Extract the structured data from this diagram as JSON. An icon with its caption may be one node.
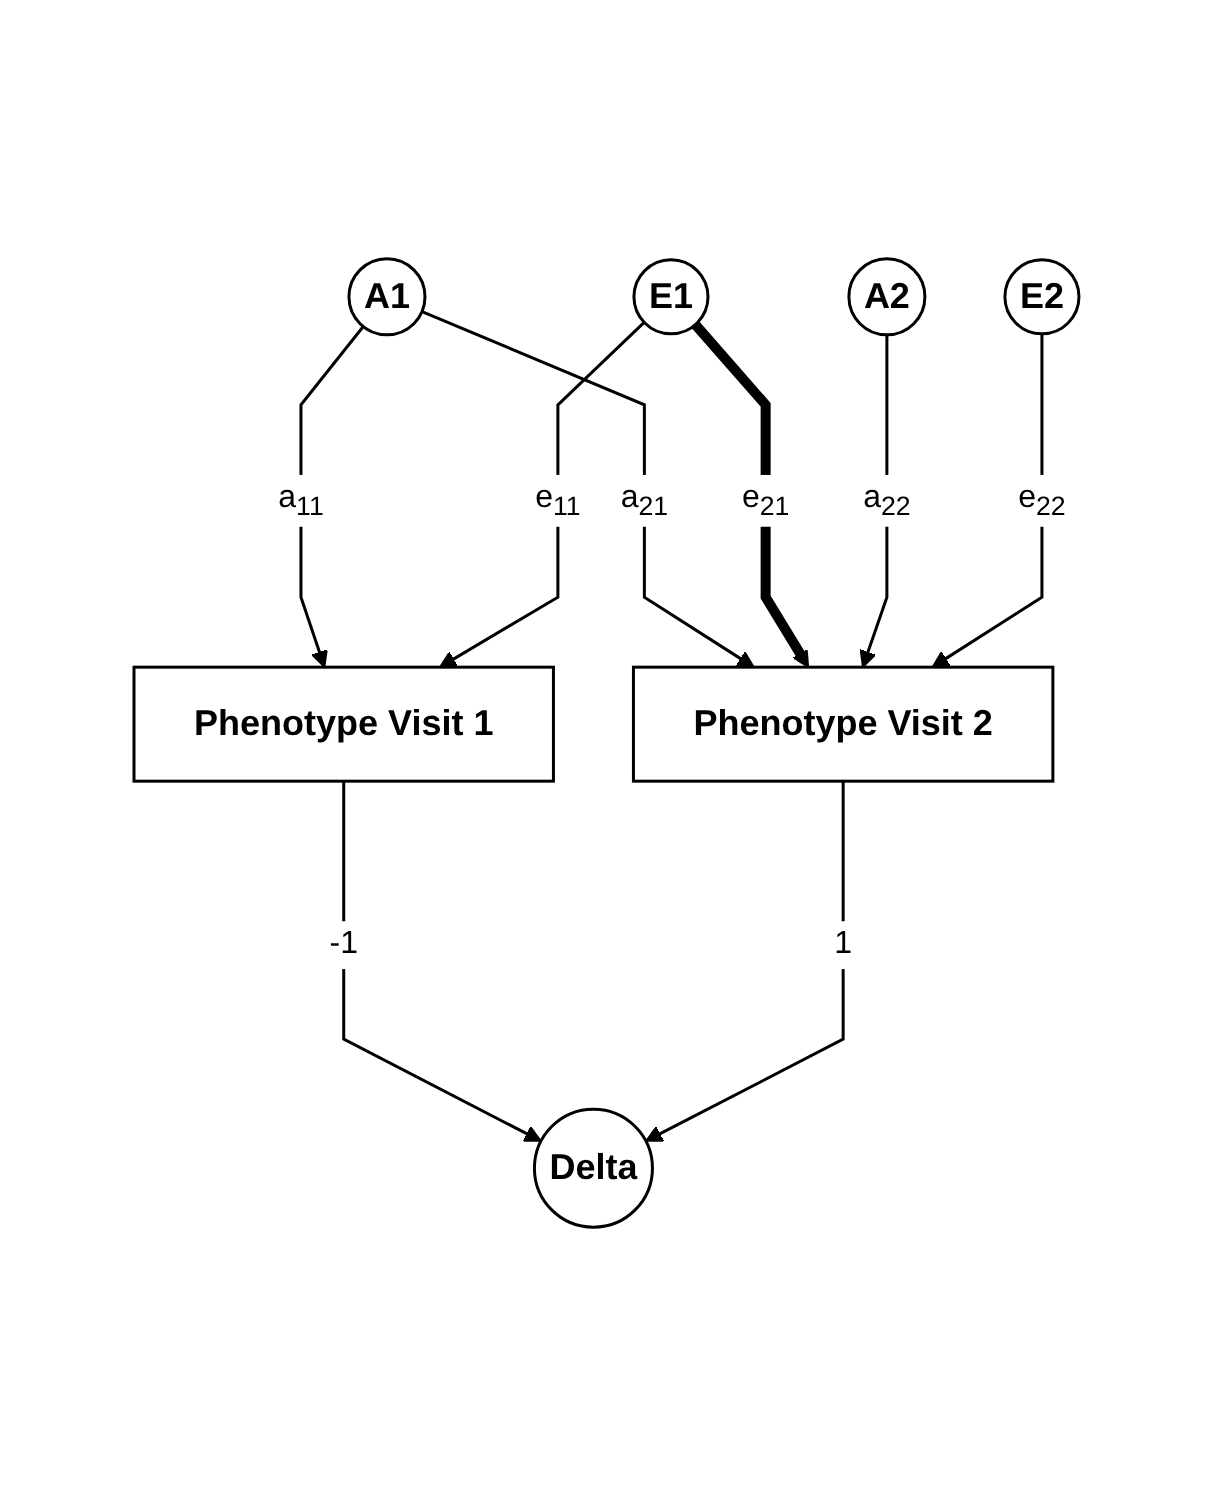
{
  "diagram": {
    "nodes": [
      {
        "text": [
          "A1"
        ]
      },
      {
        "text": [
          "E1"
        ]
      },
      {
        "text": [
          "A2"
        ]
      },
      {
        "text": [
          "E2"
        ]
      },
      {
        "text": [
          "Phenotype Visit 1"
        ]
      },
      {
        "text": [
          "Phenotype Visit 2"
        ]
      },
      {
        "text": [
          "Delta"
        ]
      }
    ],
    "edges": [
      {
        "from": 0,
        "to": 4,
        "arrow": "to",
        "label": "a$_{11}$"
      },
      {
        "from": 1,
        "to": 4,
        "arrow": "to",
        "label": "e$_{11}$"
      },
      {
        "from": 0,
        "to": 5,
        "arrow": "to",
        "label": "a$_{21}$"
      },
      {
        "from": 1,
        "to": 5,
        "arrow": "to",
        "label": "e$_{21}$",
        "style": "thick"
      },
      {
        "from": 2,
        "to": 5,
        "arrow": "to",
        "label": "a$_{22}$"
      },
      {
        "from": 3,
        "to": 5,
        "arrow": "to",
        "label": "e$_{22}$"
      },
      {
        "from": 4,
        "to": 6,
        "arrow": "to",
        "label": "-1"
      },
      {
        "from": 5,
        "to": 6,
        "arrow": "to",
        "label": "1"
      }
    ]
  }
}
